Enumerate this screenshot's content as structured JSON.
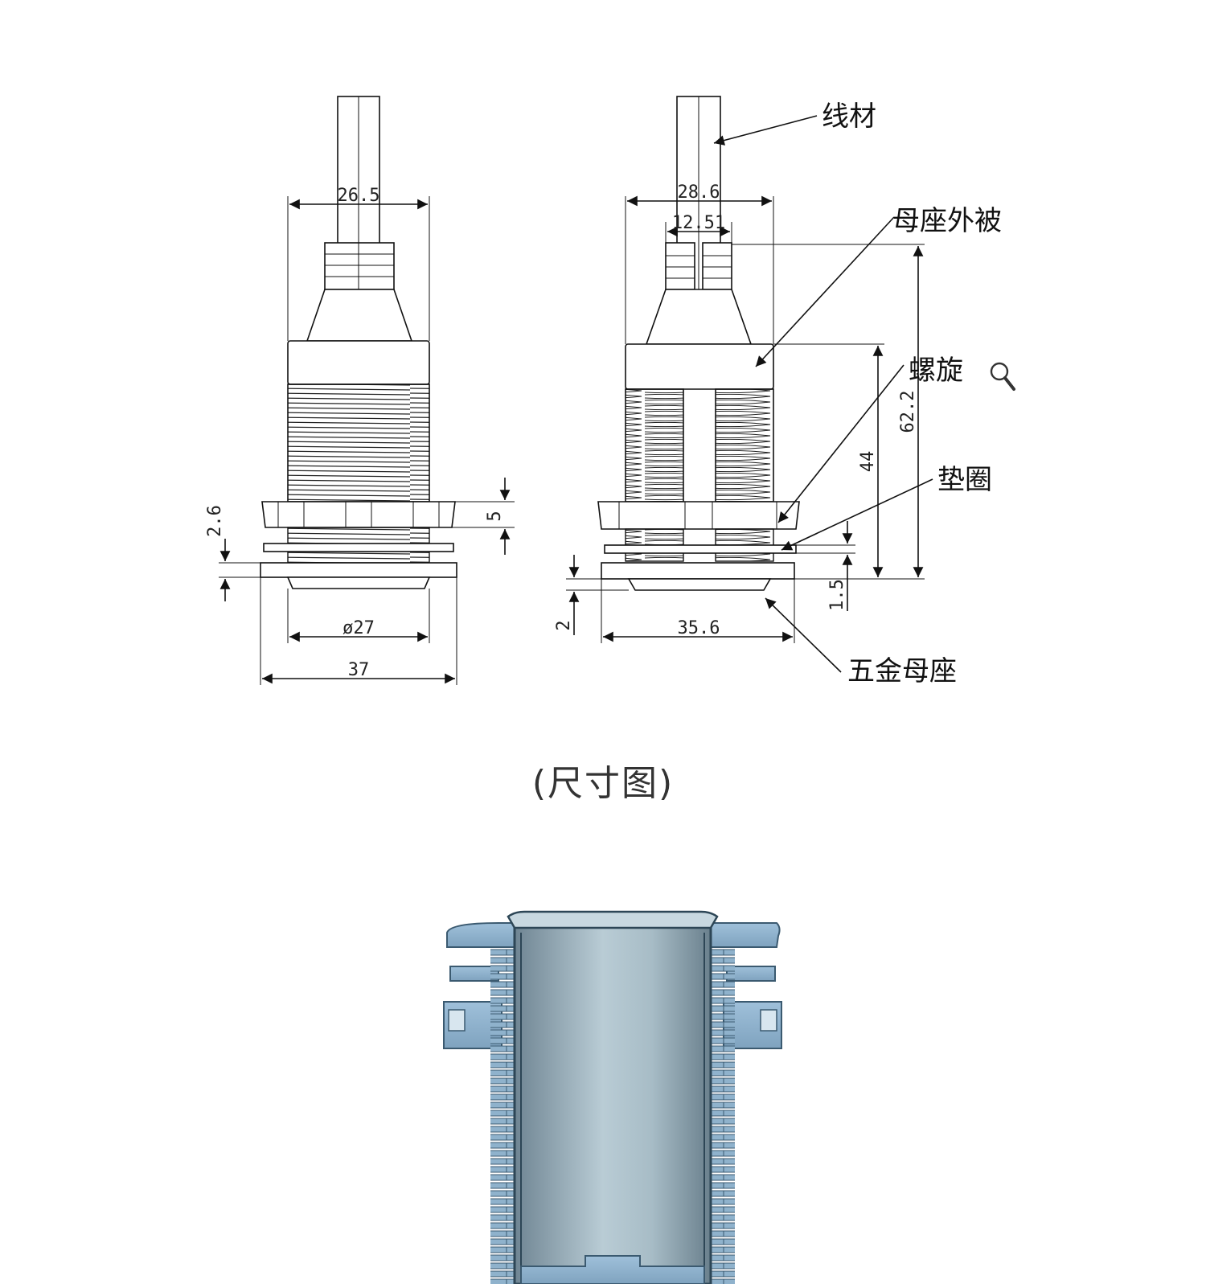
{
  "dimensions": {
    "left_top_width": "26.5",
    "right_top_width": "28.6",
    "right_inner_width": "12.51",
    "left_side_26": "2.6",
    "left_nut_height": "5",
    "left_bore": "ø27",
    "left_flange": "37",
    "right_height_44": "44",
    "right_height_62": "62.2",
    "right_washer": "1.5",
    "right_flange_thickness": "2",
    "right_flange": "35.6"
  },
  "labels": {
    "wire": "线材",
    "jacket": "母座外被",
    "thread": "螺旋",
    "washer": "垫圈",
    "metal_socket": "五金母座"
  },
  "caption": "(尺寸图)",
  "icons": {
    "zoom": "magnifier-icon"
  }
}
